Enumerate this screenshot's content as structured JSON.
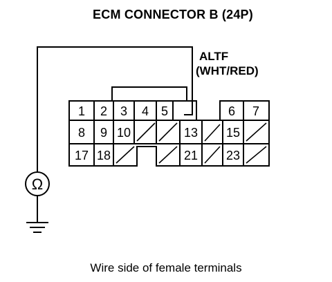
{
  "title": "ECM CONNECTOR B (24P)",
  "signal": {
    "name": "ALTF",
    "wire": "(WHT/RED)"
  },
  "meter_symbol": "Ω",
  "caption": "Wire side of female terminals",
  "pins": {
    "p1": "1",
    "p2": "2",
    "p3": "3",
    "p4": "4",
    "p5": "5",
    "p6": "6",
    "p7": "7",
    "p8": "8",
    "p9": "9",
    "p10": "10",
    "p13": "13",
    "p15": "15",
    "p17": "17",
    "p18": "18",
    "p21": "21",
    "p23": "23"
  },
  "colors": {
    "line": "#000000",
    "background": "#ffffff"
  }
}
